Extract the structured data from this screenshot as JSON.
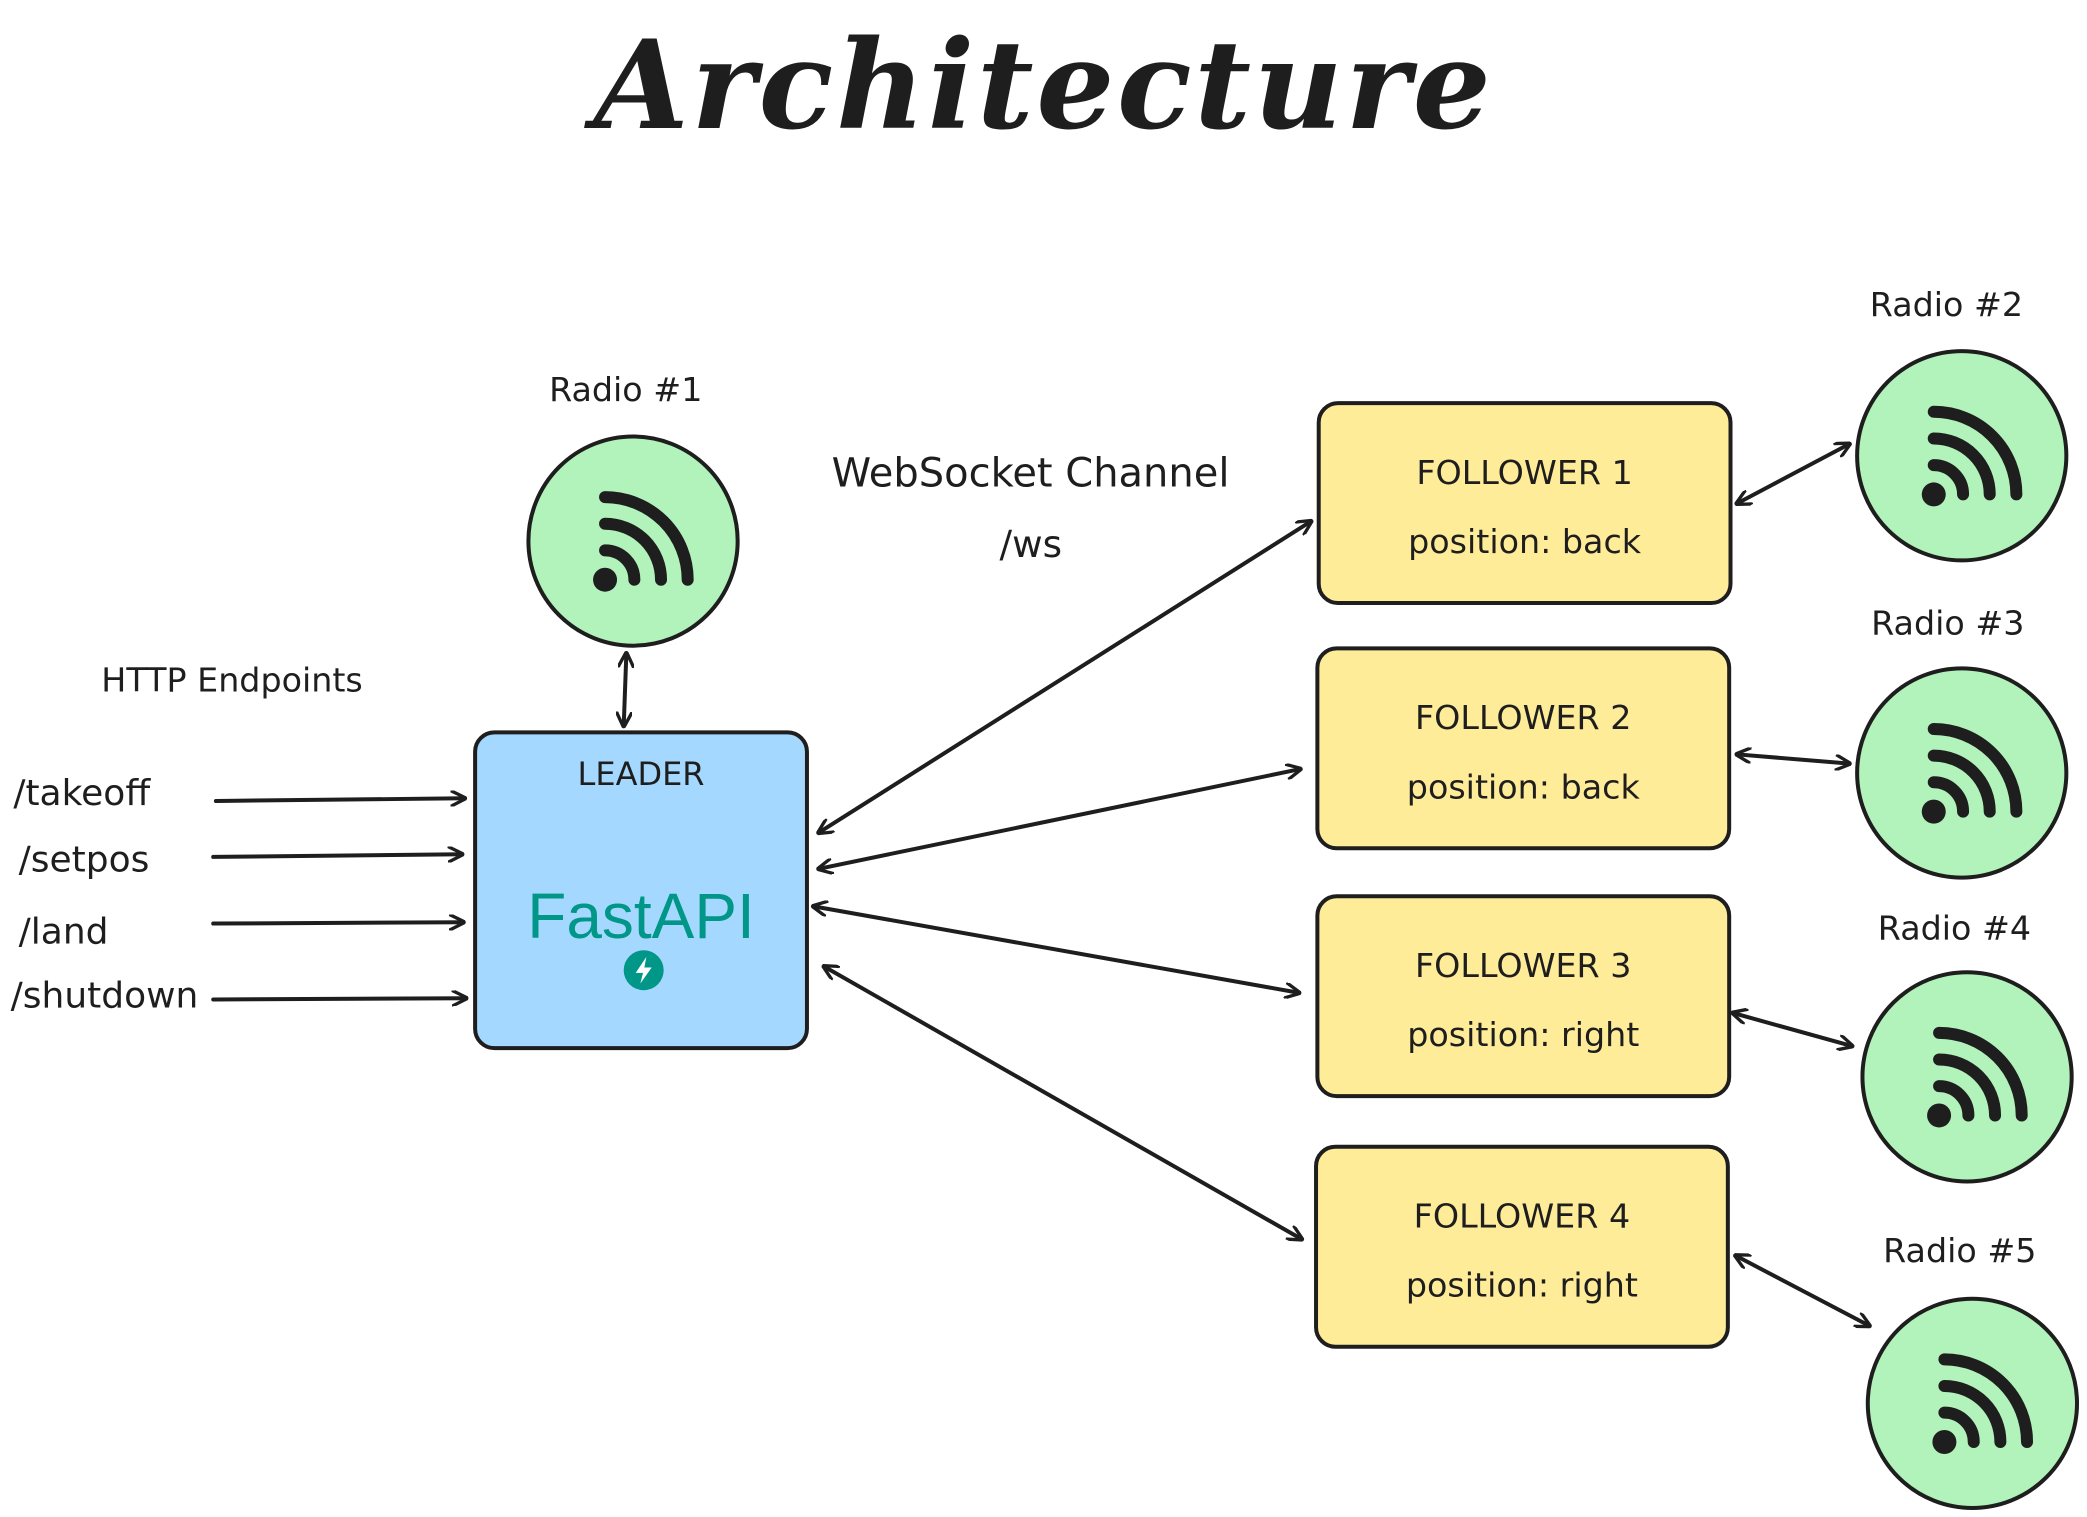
{
  "title": "Architecture",
  "http": {
    "heading": "HTTP Endpoints",
    "endpoints": [
      "/takeoff",
      "/setpos",
      "/land",
      "/shutdown"
    ]
  },
  "websocket": {
    "heading": "WebSocket Channel",
    "path": "/ws"
  },
  "leader": {
    "label": "LEADER",
    "framework": "FastAPI",
    "color": "#a5d8ff"
  },
  "followers": [
    {
      "name": "FOLLOWER 1",
      "position": "position: back"
    },
    {
      "name": "FOLLOWER 2",
      "position": "position: back"
    },
    {
      "name": "FOLLOWER 3",
      "position": "position: right"
    },
    {
      "name": "FOLLOWER 4",
      "position": "position: right"
    }
  ],
  "radios": [
    "Radio #1",
    "Radio #2",
    "Radio #3",
    "Radio #4",
    "Radio #5"
  ],
  "icons": {
    "radio": "rss-icon",
    "fastapi": "lightning-bolt-icon"
  },
  "colors": {
    "follower": "#ffec99",
    "radio": "#b2f2bb",
    "fastapi": "#009688",
    "stroke": "#1e1e1e"
  }
}
